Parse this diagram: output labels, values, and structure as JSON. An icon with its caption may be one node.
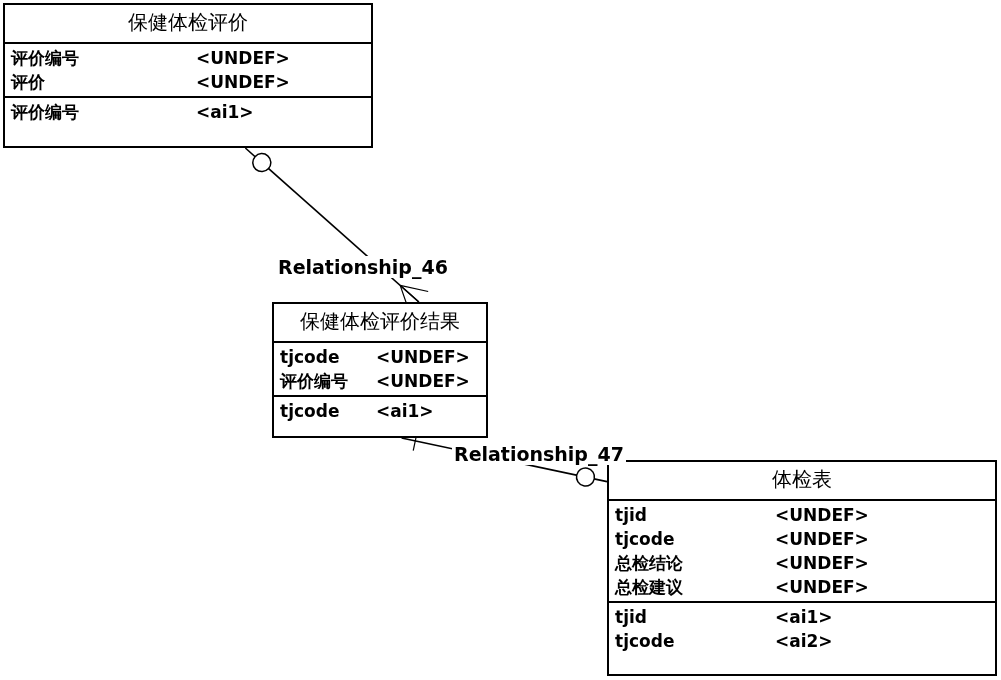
{
  "diagram": {
    "nodes": [
      {
        "text": [
          "保健体检评价",
          "评价编号",
          "<UNDEF>",
          "评价",
          "<UNDEF>",
          "评价编号",
          "<ai1>"
        ]
      },
      {
        "text": [
          "保健体检评价结果",
          "tjcode",
          "<UNDEF>",
          "评价编号",
          "<UNDEF>",
          "tjcode",
          "<ai1>"
        ]
      },
      {
        "text": [
          "体检表",
          "tjid",
          "<UNDEF>",
          "tjcode",
          "<UNDEF>",
          "总检结论",
          "<UNDEF>",
          "总检建议",
          "<UNDEF>",
          "tjid",
          "<ai1>",
          "tjcode",
          "<ai2>"
        ]
      }
    ],
    "edges": [
      {
        "from": 0,
        "to": 1,
        "arrow": "other",
        "label": "Relationship_46"
      },
      {
        "from": 1,
        "to": 2,
        "arrow": "other",
        "label": "Relationship_47"
      }
    ]
  }
}
